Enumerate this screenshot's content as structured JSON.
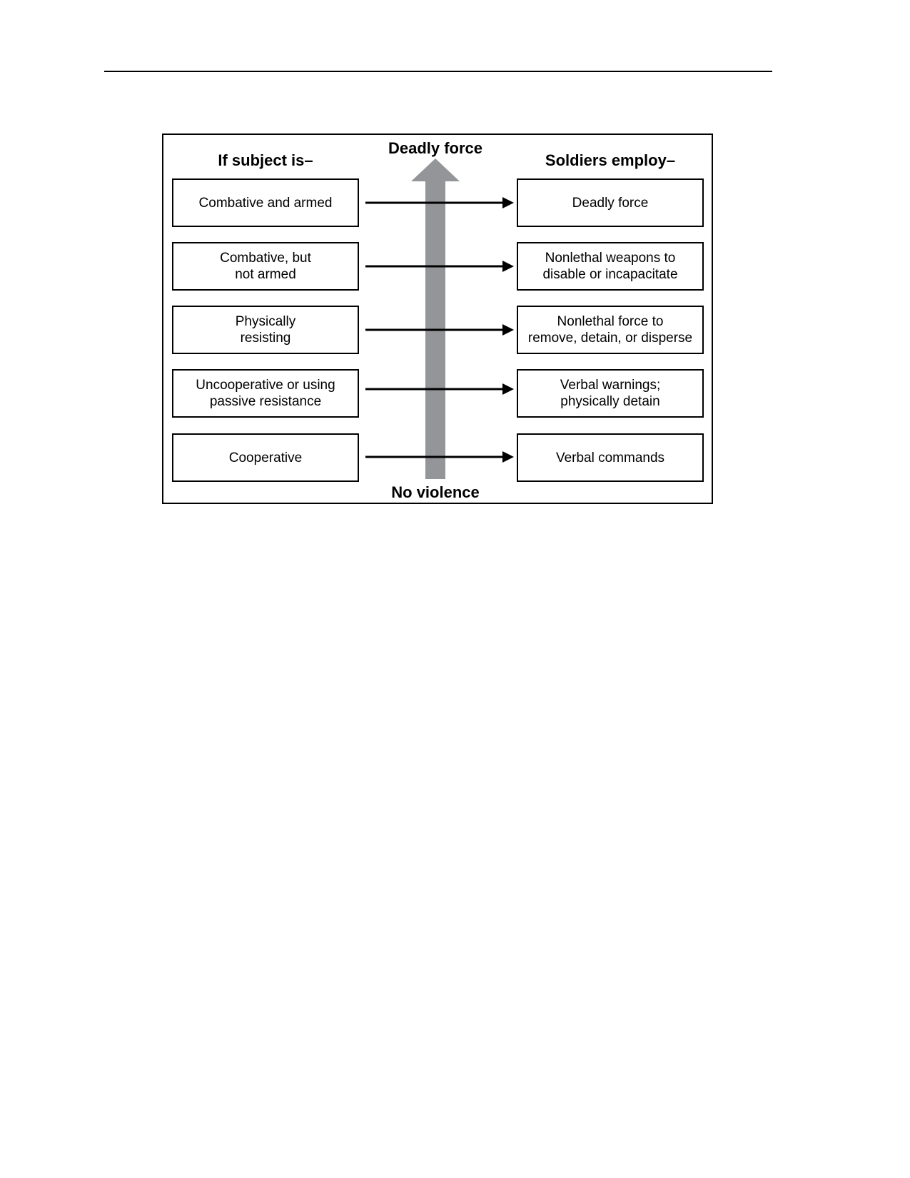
{
  "headers": {
    "left": "If subject is–",
    "right": "Soldiers employ–",
    "top": "Deadly force",
    "bottom": "No violence"
  },
  "rows": [
    {
      "subject": "Combative and armed",
      "response": "Deadly force"
    },
    {
      "subject": "Combative, but\nnot armed",
      "response": "Nonlethal weapons to\ndisable or incapacitate"
    },
    {
      "subject": "Physically\nresisting",
      "response": "Nonlethal force to\nremove, detain, or disperse"
    },
    {
      "subject": "Uncooperative or using\npassive resistance",
      "response": "Verbal warnings;\nphysically detain"
    },
    {
      "subject": "Cooperative",
      "response": "Verbal commands"
    }
  ],
  "colors": {
    "scale_arrow": "#939598",
    "lines": "#000000"
  }
}
